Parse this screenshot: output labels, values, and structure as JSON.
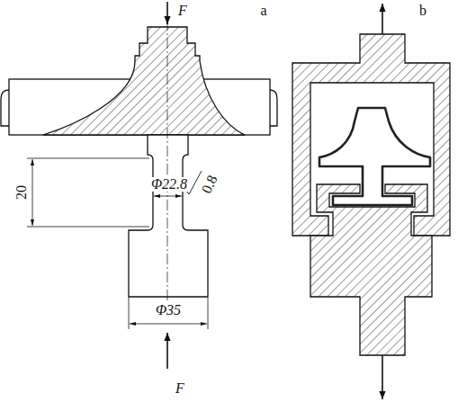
{
  "diagram": {
    "labels": [
      "F",
      "a",
      "b",
      "20",
      "Φ22.8",
      "0.8",
      "Φ35",
      "F"
    ]
  }
}
